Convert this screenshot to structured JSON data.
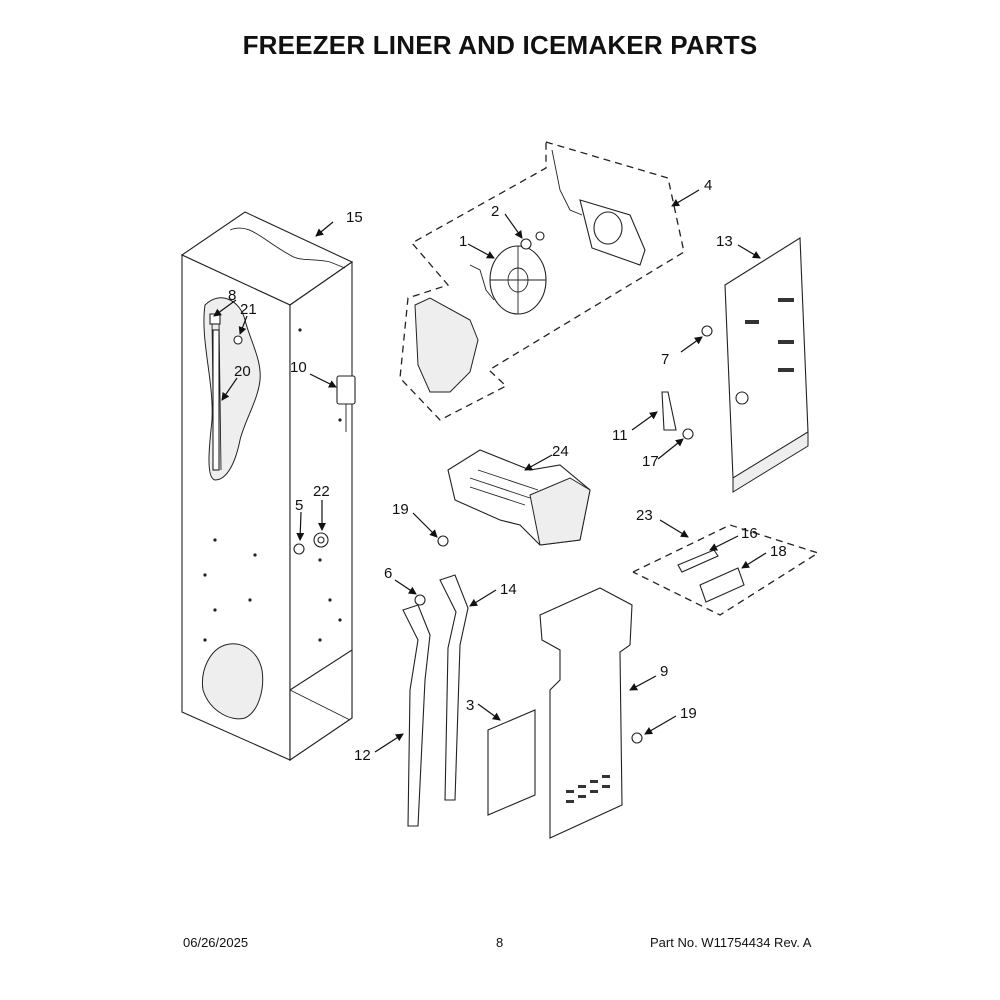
{
  "title": "FREEZER LINER AND ICEMAKER PARTS",
  "footer": {
    "date": "06/26/2025",
    "page_number": "8",
    "part_number": "Part No.  W11754434  Rev.  A"
  },
  "callouts": {
    "c1": "1",
    "c2": "2",
    "c3": "3",
    "c4": "4",
    "c5": "5",
    "c6": "6",
    "c7": "7",
    "c8": "8",
    "c9": "9",
    "c10": "10",
    "c11": "11",
    "c12": "12",
    "c13": "13",
    "c14": "14",
    "c15": "15",
    "c16": "16",
    "c17": "17",
    "c18": "18",
    "c19a": "19",
    "c19b": "19",
    "c20": "20",
    "c21": "21",
    "c22": "22",
    "c23": "23",
    "c24": "24"
  }
}
